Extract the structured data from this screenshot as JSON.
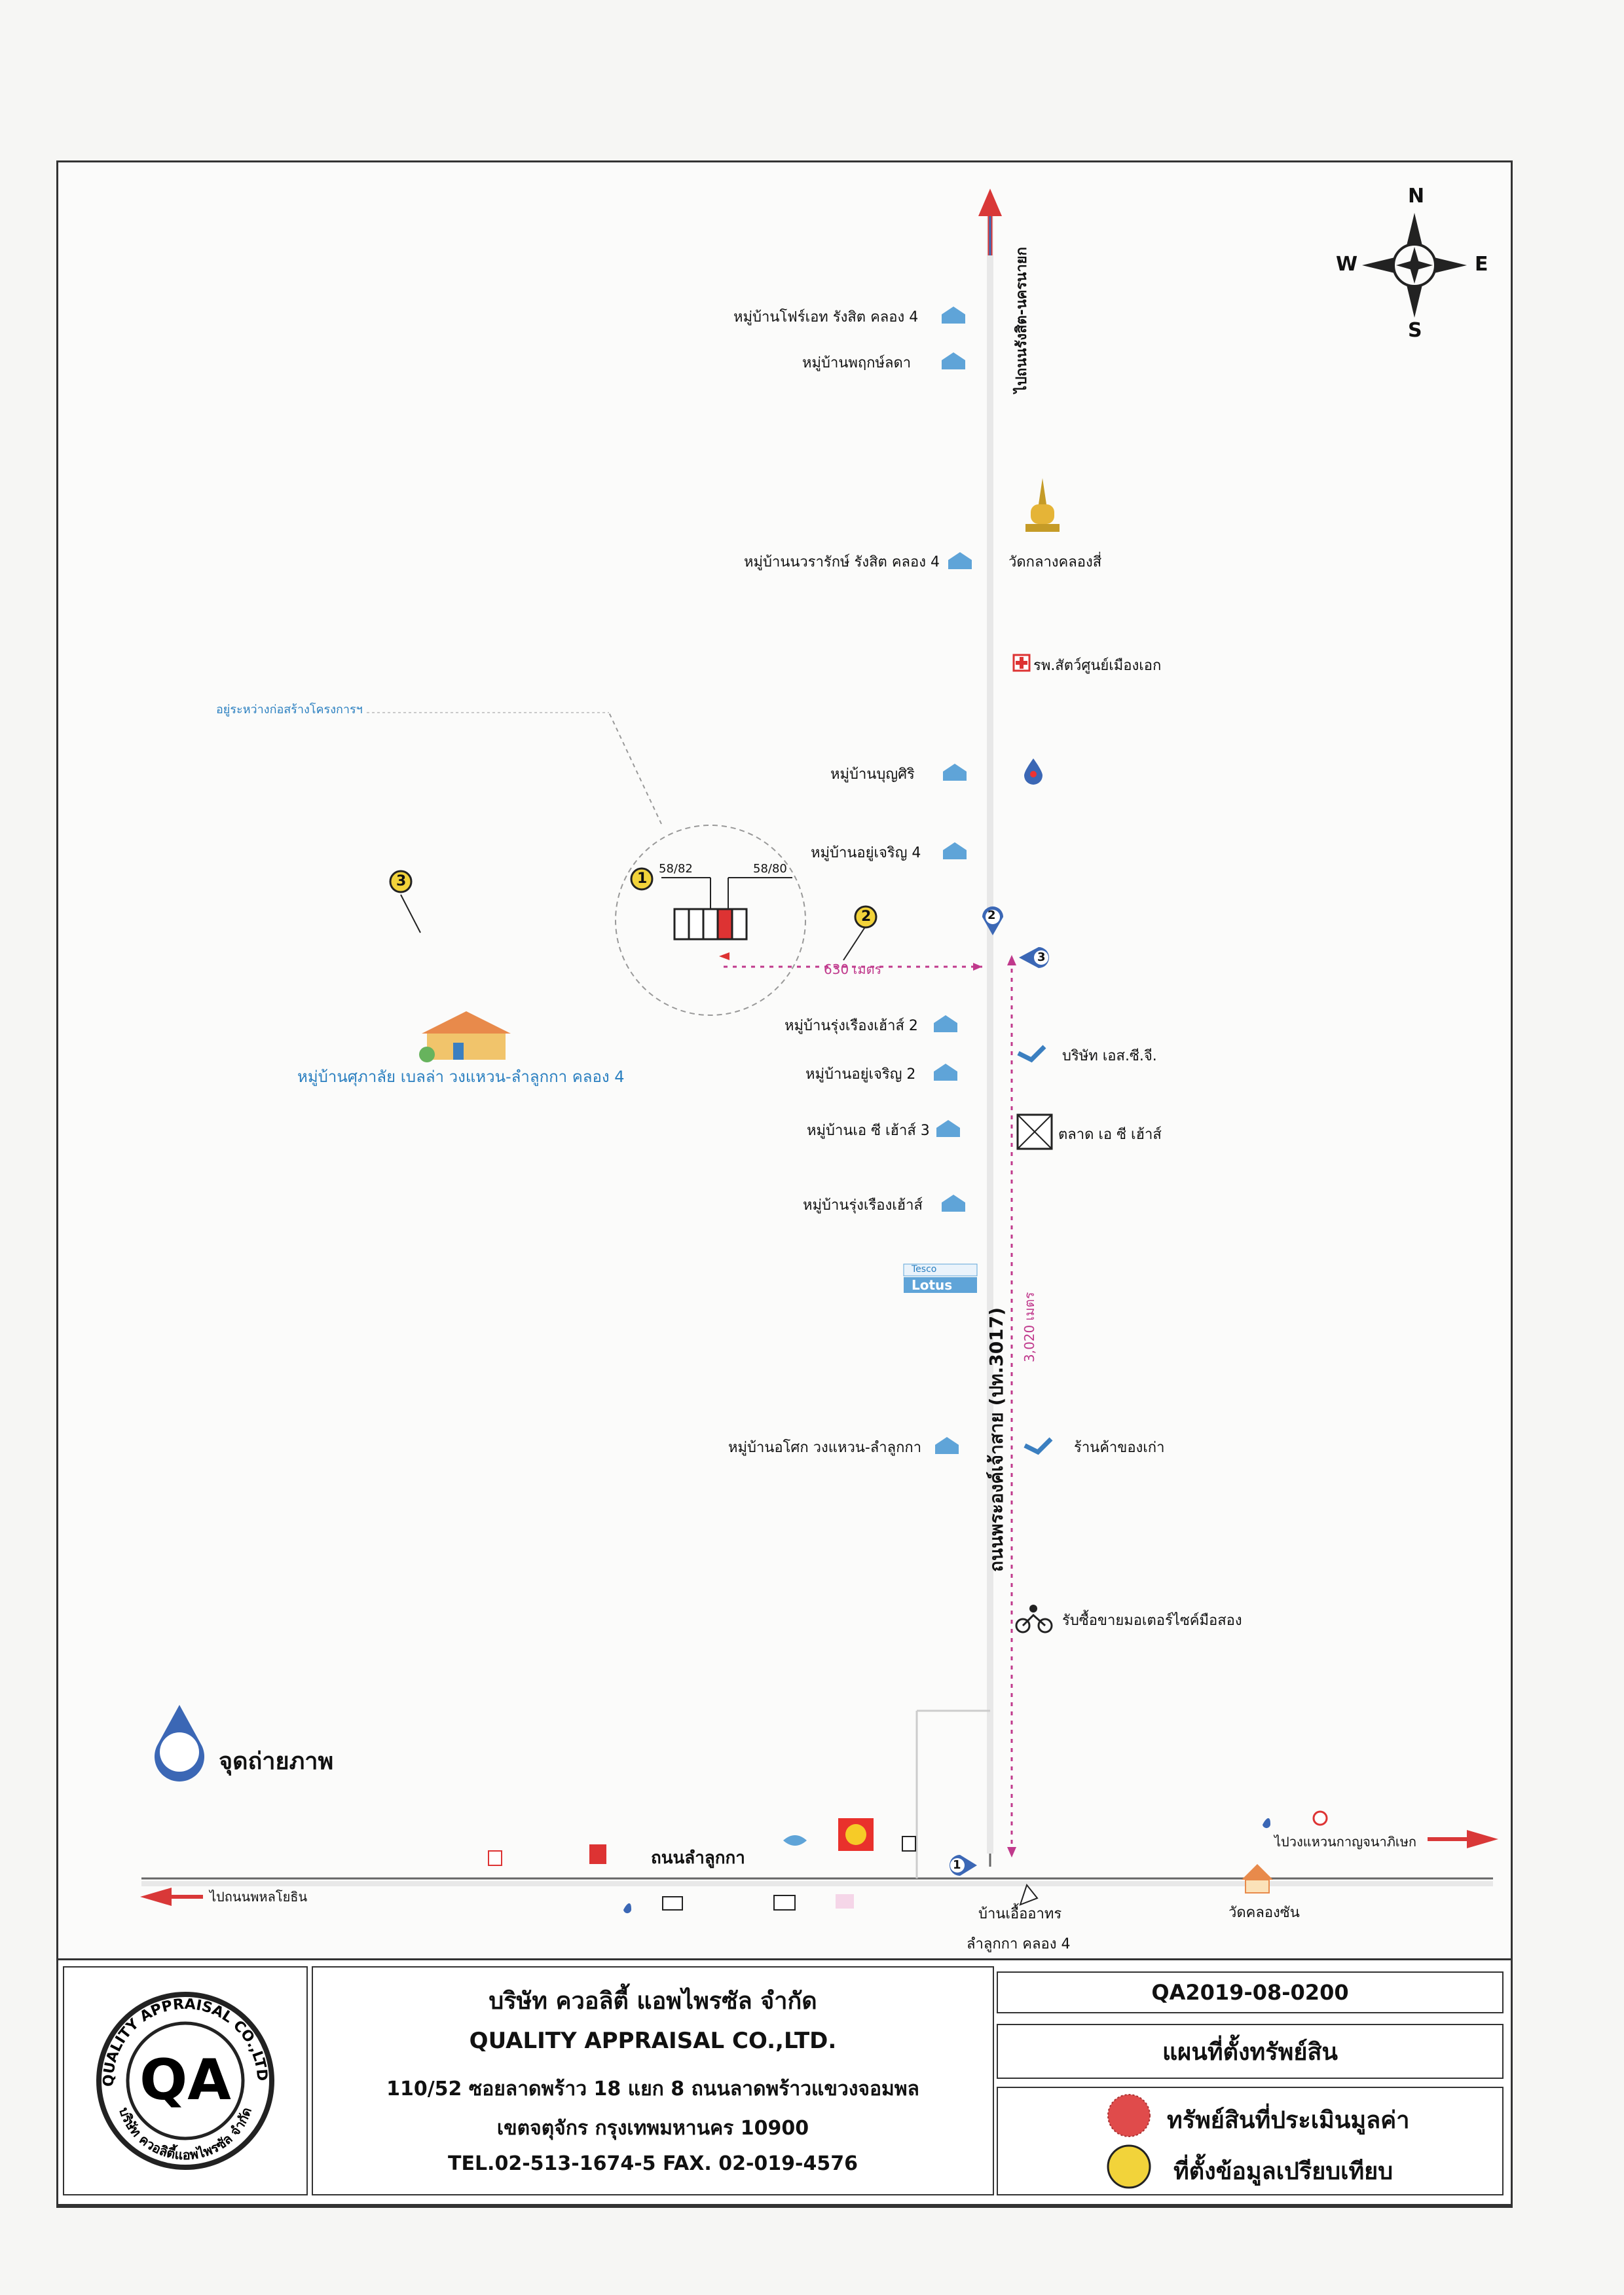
{
  "compass": {
    "n": "N",
    "s": "S",
    "e": "E",
    "w": "W"
  },
  "roads": {
    "top_arrow": "ไปถนนรังสิต-นครนายก",
    "main_road": "ถนนพระองค์เจ้าสาย (ปท.3017)",
    "main_distance": "3,020 เมตร",
    "bottom_road": "ถนนลำลูกกา",
    "to_left": "ไปถนนพหลโยธิน",
    "to_right": "ไปวงแหวนกาญจนาภิเษก",
    "side_distance": "630 เมตร"
  },
  "labels": {
    "village_1": "หมู่บ้านโฟร์เอท รังสิต คลอง 4",
    "village_2": "หมู่บ้านพฤกษ์ลดา",
    "village_3": "หมู่บ้านนวรารักษ์ รังสิต คลอง 4",
    "temple_top": "วัดกลางคลองสี่",
    "hospital": "รพ.สัตว์ศูนย์เมืองเอก",
    "village_4": "หมู่บ้านบุญศิริ",
    "village_5": "หมู่บ้านอยู่เจริญ 4",
    "village_6": "หมู่บ้านรุ่งเรืองเฮ้าส์ 2",
    "village_7": "หมู่บ้านอยู่เจริญ 2",
    "village_8": "หมู่บ้านเอ ซี เฮ้าส์ 3",
    "village_9": "หมู่บ้านรุ่งเรืองเฮ้าส์",
    "village_10": "หมู่บ้านอโศก วงแหวน-ลำลูกกา",
    "company": "บริษัท เอส.ซี.จี.",
    "market": "ตลาด เอ ซี เฮ้าส์",
    "shop": "ร้านค้าของเก่า",
    "moto": "รับซื้อขายมอเตอร์ไซค์มือสอง",
    "lotus": "Lotus",
    "lotus_top": "Tesco",
    "big_village": "หมู่บ้านศุภาลัย เบลล่า วงแหวน-ลำลูกกา คลอง 4",
    "project_note": "อยู่ระหว่างก่อสร้างโครงการฯ",
    "plot_a": "58/82",
    "plot_b": "58/80",
    "bottom_shop": "บ้านเอื้ออาทร",
    "bottom_shop_sub": "ลำลูกกา คลอง 4",
    "temple_bottom": "วัดคลองซัน",
    "photo_point": "จุดถ่ายภาพ"
  },
  "markers": {
    "m1": "1",
    "m2": "2",
    "m3": "3"
  },
  "company_info": {
    "name_th": "บริษัท ควอลิตี้ แอพไพรซัล จำกัด",
    "name_en": "QUALITY APPRAISAL CO.,LTD.",
    "address_1": "110/52 ซอยลาดพร้าว 18 แยก 8 ถนนลาดพร้าวแขวงจอมพล",
    "address_2": "เขตจตุจักร กรุงเทพมหานคร 10900",
    "contact": "TEL.02-513-1674-5   FAX.  02-019-4576",
    "logo_ring_top": "QUALITY APPRAISAL CO.,LTD.",
    "logo_ring_bottom": "บริษัท ควอลิตี้แอพไพรซัล จำกัด",
    "logo_letters": "QA"
  },
  "title_block": {
    "code": "QA2019-08-0200",
    "title": "แผนที่ตั้งทรัพย์สิน",
    "legend_red": "ทรัพย์สินที่ประเมินมูลค่า",
    "legend_yellow": "ที่ตั้งข้อมูลเปรียบเทียบ",
    "red_color": "#e04b4b",
    "yellow_color": "#f2d33a"
  }
}
